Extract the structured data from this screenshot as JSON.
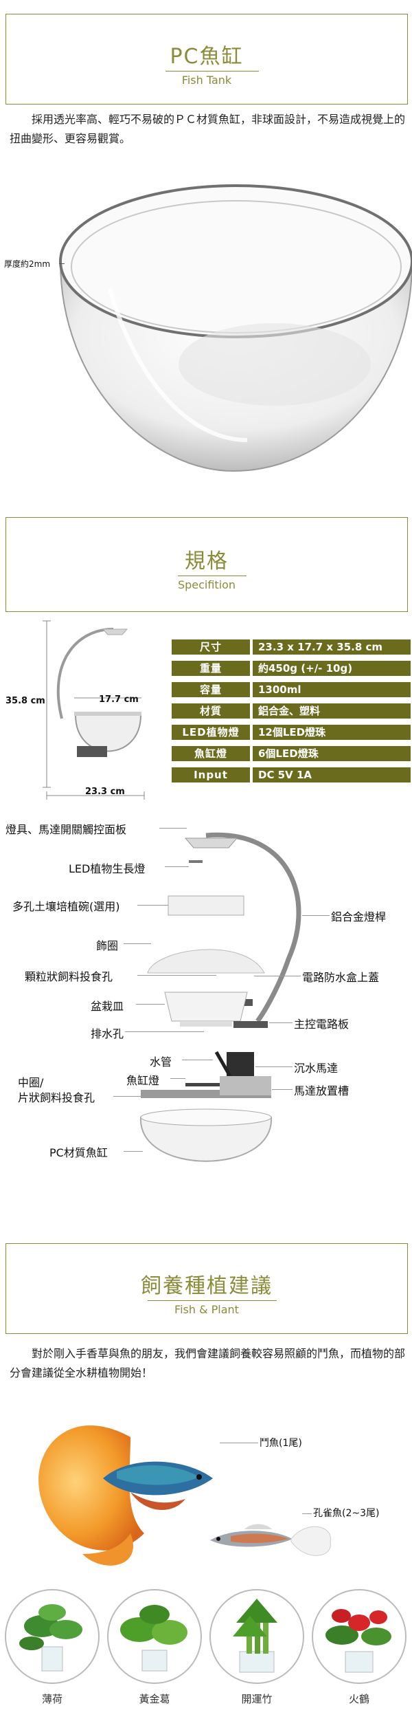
{
  "fish_tank": {
    "title": "PC魚缸",
    "subtitle": "Fish Tank",
    "description": "採用透光率高、輕巧不易破的ＰＣ材質魚缸，非球面設計，不易造成視覺上的扭曲變形、更容易觀賞。",
    "thickness_label": "厚度約2mm"
  },
  "spec": {
    "title": "規格",
    "subtitle": "Specifition",
    "dim_height": "35.8 cm",
    "dim_bowl_width": "17.7 cm",
    "dim_base_width": "23.3 cm",
    "rows": [
      {
        "label": "尺寸",
        "value": "23.3 x 17.7 x 35.8 cm"
      },
      {
        "label": "重量",
        "value": "約450g (+/- 10g)"
      },
      {
        "label": "容量",
        "value": "1300ml"
      },
      {
        "label": "材質",
        "value": "鋁合金、塑料"
      },
      {
        "label": "LED植物燈",
        "value": "12個LED燈珠"
      },
      {
        "label": "魚缸燈",
        "value": "6個LED燈珠"
      },
      {
        "label": "Input",
        "value": "DC 5V 1A"
      }
    ]
  },
  "parts": {
    "lamp_panel": "燈具、馬達開關觸控面板",
    "led_light": "LED植物生長燈",
    "soil_bowl": "多孔土壤培植碗(選用)",
    "trim_ring": "飾圈",
    "pellet_hole": "顆粒狀飼料投食孔",
    "planter": "盆栽皿",
    "drain_hole": "排水孔",
    "water_pipe": "水管",
    "tank_light": "魚缸燈",
    "middle_ring": "中圈/",
    "flake_hole": "片狀飼料投食孔",
    "pc_tank": "PC材質魚缸",
    "alu_pole": "鋁合金燈桿",
    "waterproof_lid": "電路防水盒上蓋",
    "main_board": "主控電路板",
    "pump": "沉水馬達",
    "pump_slot": "馬達放置槽"
  },
  "fish_plant": {
    "title": "飼養種植建議",
    "subtitle": "Fish & Plant",
    "description": "對於剛入手香草與魚的朋友，我們會建議飼養較容易照顧的鬥魚，而植物的部分會建議從全水耕植物開始！",
    "betta_label": "鬥魚(1尾)",
    "guppy_label": "孔雀魚(2~3尾)",
    "plants": [
      "薄荷",
      "黃金葛",
      "開運竹",
      "火鶴"
    ]
  }
}
